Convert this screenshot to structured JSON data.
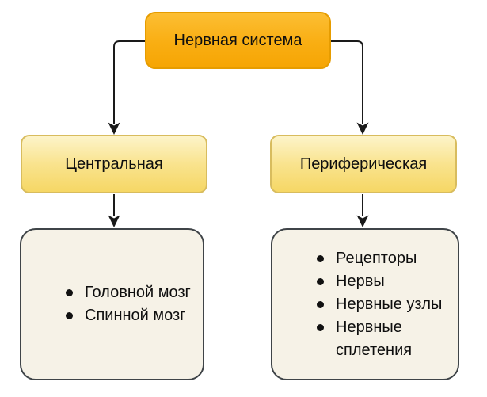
{
  "diagram": {
    "title_box": {
      "label": "Нервная система"
    },
    "branches": [
      {
        "label": "Центральная",
        "items": [
          "Головной мозг",
          "Спинной мозг"
        ]
      },
      {
        "label": "Периферическая",
        "items": [
          "Рецепторы",
          "Нервы",
          "Нервные узлы",
          "Нервные сплетения"
        ]
      }
    ],
    "colors": {
      "root_fill_top": "#FCBE33",
      "root_fill_bottom": "#F6A504",
      "root_border": "#E69C00",
      "branch_fill_top": "#FDF4C9",
      "branch_fill_bottom": "#F6D765",
      "branch_border": "#D8BC5E",
      "list_fill": "#F6F2E7",
      "list_border": "#3F4448",
      "connector": "#1A1A1A",
      "text": "#0F0F0F",
      "background": "#FFFFFF"
    }
  }
}
